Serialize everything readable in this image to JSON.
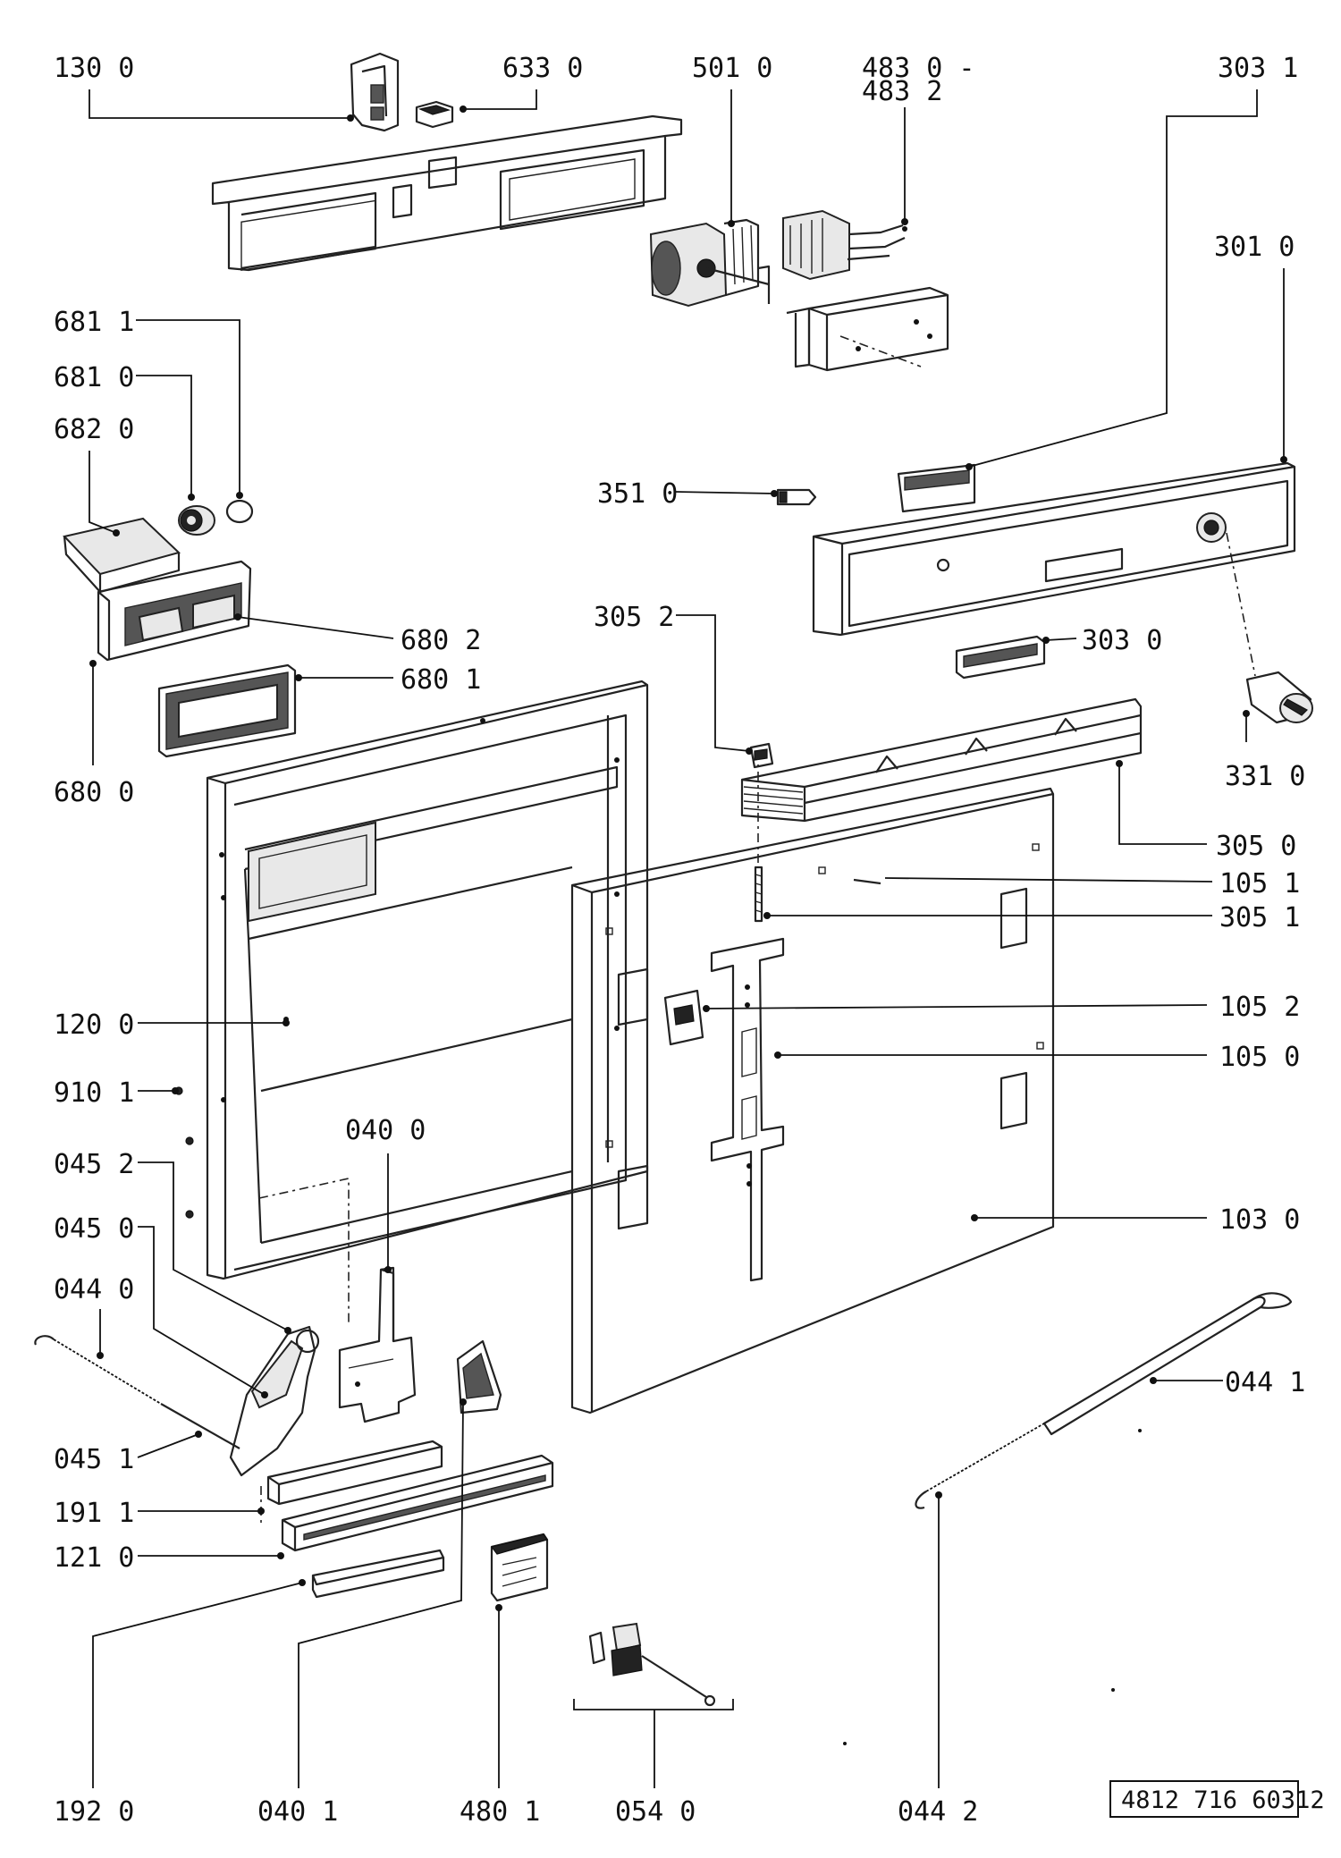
{
  "drawing_reference": "4812 716 60312",
  "callouts": [
    {
      "id": "1300",
      "label": "130  0"
    },
    {
      "id": "6330",
      "label": "633  0"
    },
    {
      "id": "5010",
      "label": "501  0"
    },
    {
      "id": "4830",
      "label": "483  0 -",
      "label2": "483  2"
    },
    {
      "id": "3031",
      "label": "303  1"
    },
    {
      "id": "3010",
      "label": "301  0"
    },
    {
      "id": "6811",
      "label": "681  1"
    },
    {
      "id": "6810",
      "label": "681  0"
    },
    {
      "id": "6820",
      "label": "682  0"
    },
    {
      "id": "3510",
      "label": "351  0"
    },
    {
      "id": "3052",
      "label": "305  2"
    },
    {
      "id": "6802",
      "label": "680  2"
    },
    {
      "id": "6801",
      "label": "680  1"
    },
    {
      "id": "3030",
      "label": "303  0"
    },
    {
      "id": "6800",
      "label": "680  0"
    },
    {
      "id": "3310",
      "label": "331  0"
    },
    {
      "id": "3050",
      "label": "305  0"
    },
    {
      "id": "1051",
      "label": "105  1"
    },
    {
      "id": "3051",
      "label": "305  1"
    },
    {
      "id": "1052",
      "label": "105  2"
    },
    {
      "id": "1200",
      "label": "120  0"
    },
    {
      "id": "1050",
      "label": "105  0"
    },
    {
      "id": "9101",
      "label": "910  1"
    },
    {
      "id": "0400",
      "label": "040  0"
    },
    {
      "id": "0452",
      "label": "045  2"
    },
    {
      "id": "1030",
      "label": "103  0"
    },
    {
      "id": "0450",
      "label": "045  0"
    },
    {
      "id": "0440",
      "label": "044  0"
    },
    {
      "id": "0441",
      "label": "044  1"
    },
    {
      "id": "0451",
      "label": "045  1"
    },
    {
      "id": "1911",
      "label": "191  1"
    },
    {
      "id": "1210",
      "label": "121  0"
    },
    {
      "id": "1920",
      "label": "192  0"
    },
    {
      "id": "0401",
      "label": "040  1"
    },
    {
      "id": "4801",
      "label": "480  1"
    },
    {
      "id": "0540",
      "label": "054  0"
    },
    {
      "id": "0442",
      "label": "044  2"
    }
  ]
}
